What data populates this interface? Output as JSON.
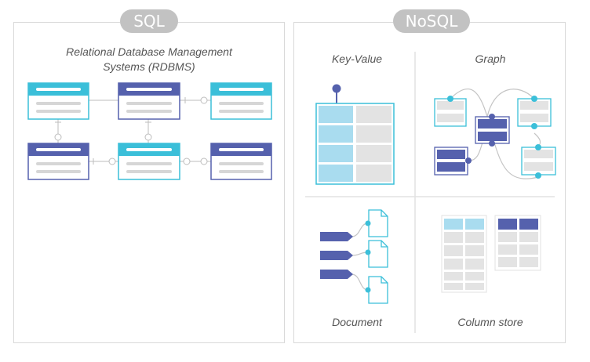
{
  "sql": {
    "title": "SQL",
    "subtitle_line1": "Relational Database Management",
    "subtitle_line2": "Systems (RDBMS)"
  },
  "nosql": {
    "title": "NoSQL",
    "quadrants": {
      "key_value": "Key-Value",
      "graph": "Graph",
      "document": "Document",
      "column_store": "Column store"
    }
  },
  "colors": {
    "teal": "#3bbfd9",
    "navy": "#5561ad",
    "light_teal": "#a9dcef",
    "gray_cell": "#e3e3e3",
    "pill": "#c2c2c2",
    "border": "#d9d9d9"
  }
}
